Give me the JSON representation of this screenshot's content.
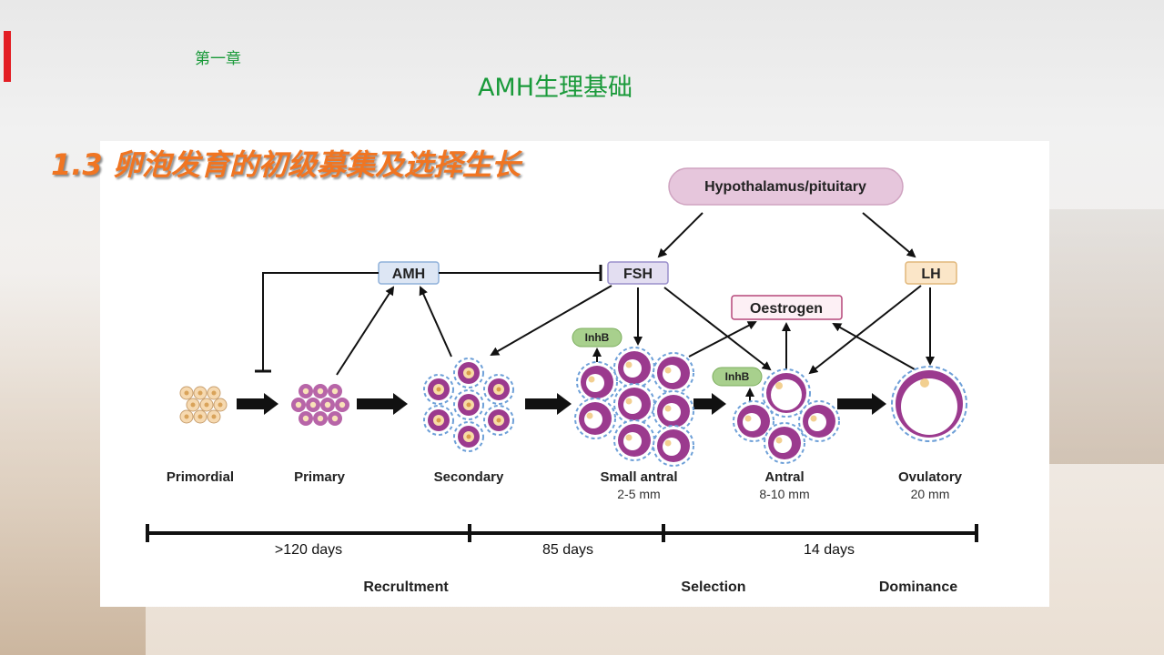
{
  "header": {
    "chapter": "第一章",
    "title": "AMH生理基础",
    "section_title": "1.3  卵泡发育的初级募集及选择生长"
  },
  "diagram": {
    "hypothalamus": "Hypothalamus/pituitary",
    "amh": "AMH",
    "fsh": "FSH",
    "lh": "LH",
    "oestrogen": "Oestrogen",
    "inhb_1": "InhB",
    "inhb_2": "InhB",
    "stages": [
      {
        "label": "Primordial",
        "size": ""
      },
      {
        "label": "Primary",
        "size": ""
      },
      {
        "label": "Secondary",
        "size": ""
      },
      {
        "label": "Small antral",
        "size": "2-5 mm"
      },
      {
        "label": "Antral",
        "size": "8-10 mm"
      },
      {
        "label": "Ovulatory",
        "size": "20 mm"
      }
    ],
    "timeline": {
      "durations": [
        ">120 days",
        "85 days",
        "14 days"
      ],
      "phases": [
        "Recrultment",
        "Selection",
        "Dominance"
      ]
    }
  },
  "colors": {
    "title_green": "#1a9a3a",
    "section_orange": "#f07522",
    "accent_red": "#e31e24",
    "follicle_purple": "#9b3a8e",
    "amh_fsh_box": "#dde6f4",
    "oestrogen_border": "#b5477a",
    "hypothalamus_fill": "#e6c6dc",
    "inhb_fill": "#a8d08d",
    "lh_fill": "#fbe6c8"
  }
}
